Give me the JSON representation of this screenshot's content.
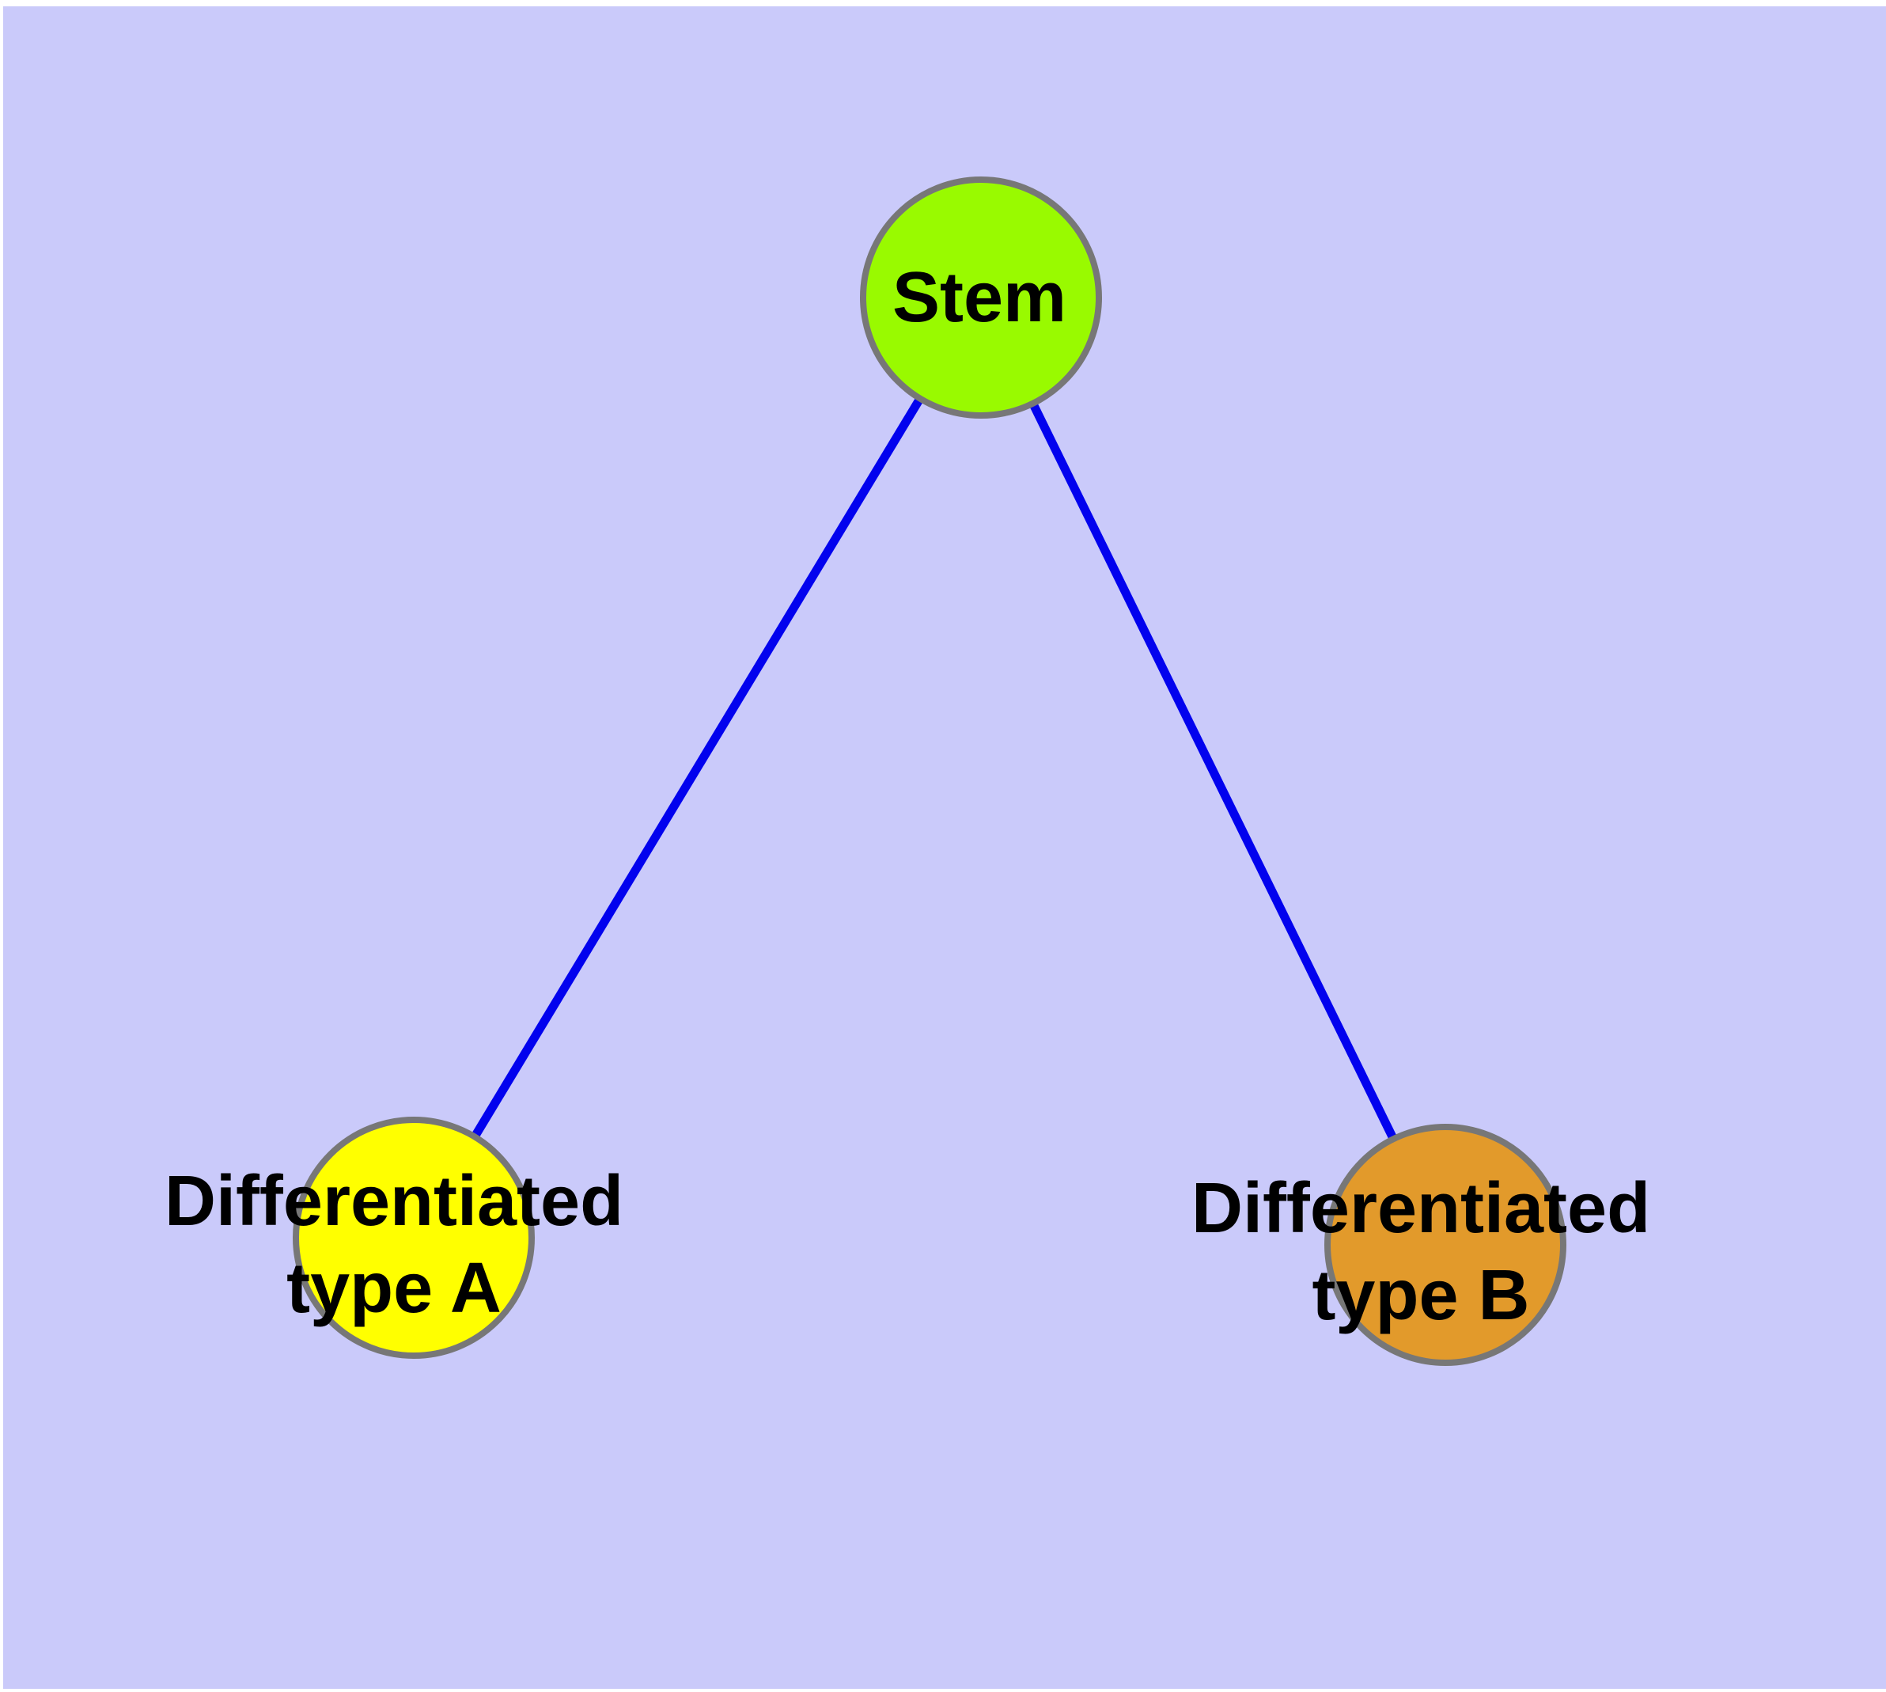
{
  "diagram": {
    "type": "graph",
    "canvas_background": "#CACAFA",
    "frame_color": "#FFFFFF",
    "text_color": "#000000",
    "node_border_color": "#777777",
    "edge_color": "#0202EE",
    "nodes": [
      {
        "id": "stem",
        "label": "Stem",
        "fill": "#99FA00"
      },
      {
        "id": "differentiated-type-a",
        "label_line1": "Differentiated",
        "label_line2": "type A",
        "fill": "#FFFF00"
      },
      {
        "id": "differentiated-type-b",
        "label_line1": "Differentiated",
        "label_line2": "type B",
        "fill": "#E29A2B"
      }
    ],
    "edges": [
      {
        "from": "stem",
        "to": "differentiated-type-a",
        "color": "#0202EE"
      },
      {
        "from": "stem",
        "to": "differentiated-type-b",
        "color": "#0202EE"
      }
    ]
  }
}
